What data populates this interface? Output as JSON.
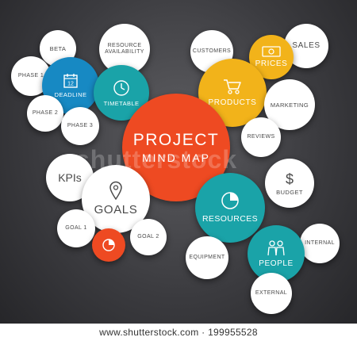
{
  "center": {
    "title": "PROJECT",
    "subtitle": "MIND MAP"
  },
  "nodes": {
    "beta": "BETA",
    "resource_availability_line1": "RESOURCE",
    "resource_availability_line2": "AVAILABILITY",
    "phase1": "PHASE 1",
    "deadline": "DEADLINE",
    "deadline_icon_day": "12",
    "timetable": "TIMETABLE",
    "phase2": "PHASE 2",
    "phase3": "PHASE 3",
    "customers": "CUSTOMERS",
    "sales": "SALES",
    "prices": "PRICES",
    "products": "PRODUCTS",
    "marketing": "MARKETING",
    "reviews": "REVIEWS",
    "kpis": "KPIs",
    "goals": "GOALS",
    "goal1": "GOAL 1",
    "goal2": "GOAL 2",
    "budget": "BUDGET",
    "resources": "RESOURCES",
    "internal": "INTERNAL",
    "equipment": "EQUIPMENT",
    "people": "PEOPLE",
    "external": "EXTERNAL"
  },
  "watermark": "shutterstock",
  "footer": {
    "text": "www.shutterstock.com · 199955528"
  },
  "colors": {
    "orange_red": "#ee4a22",
    "teal": "#1aa3a8",
    "blue": "#1789c3",
    "yellow": "#f2b31a",
    "white": "#ffffff",
    "background": "#3b3b3f"
  },
  "icons": [
    "calendar-icon",
    "clock-icon",
    "cash-icon",
    "cart-icon",
    "pin-icon",
    "pie-chart-icon",
    "dollar-icon",
    "people-icon"
  ]
}
